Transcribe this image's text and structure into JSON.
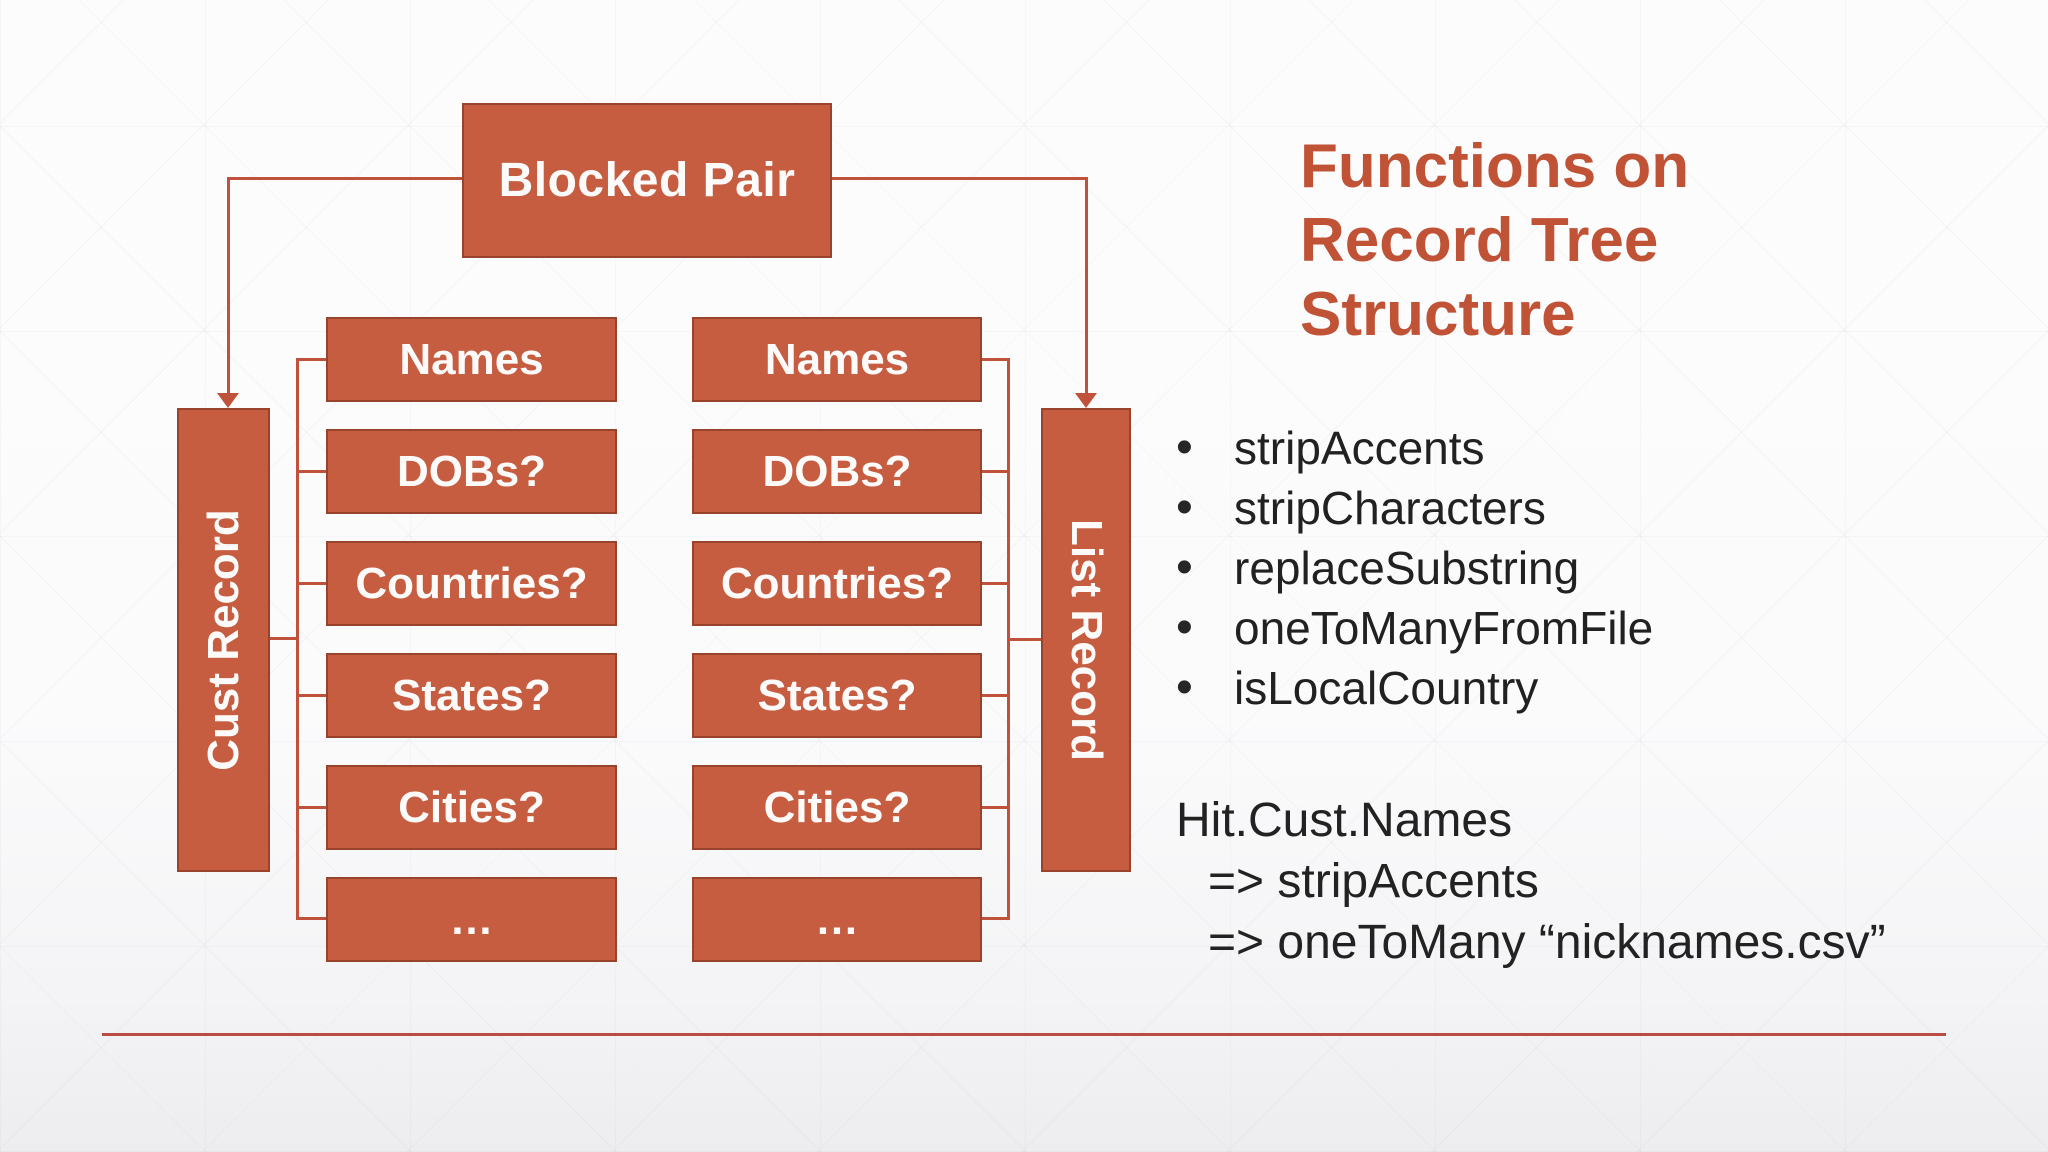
{
  "slide": {
    "title": {
      "lines": [
        "Functions on",
        "Record Tree",
        "Structure"
      ]
    },
    "diagram": {
      "root_label": "Blocked Pair",
      "left_branch_label": "Cust Record",
      "right_branch_label": "List Record",
      "left_fields": [
        "Names",
        "DOBs?",
        "Countries?",
        "States?",
        "Cities?",
        "…"
      ],
      "right_fields": [
        "Names",
        "DOBs?",
        "Countries?",
        "States?",
        "Cities?",
        "…"
      ]
    },
    "functions_list": [
      "stripAccents",
      "stripCharacters",
      "replaceSubstring",
      "oneToManyFromFile",
      "isLocalCountry"
    ],
    "example": {
      "lines": [
        "Hit.Cust.Names",
        "=> stripAccents",
        "=> oneToMany “nicknames.csv”"
      ]
    },
    "colors": {
      "node_fill": "#c65c40",
      "node_border": "#8a3a26",
      "connector": "#c0523c",
      "title_text": "#c05236",
      "body_text": "#212121",
      "node_text": "#fdfbfa",
      "footer_line": "#b94c45",
      "background_top": "#fcfcfd",
      "background_bottom": "#ededf0"
    }
  }
}
